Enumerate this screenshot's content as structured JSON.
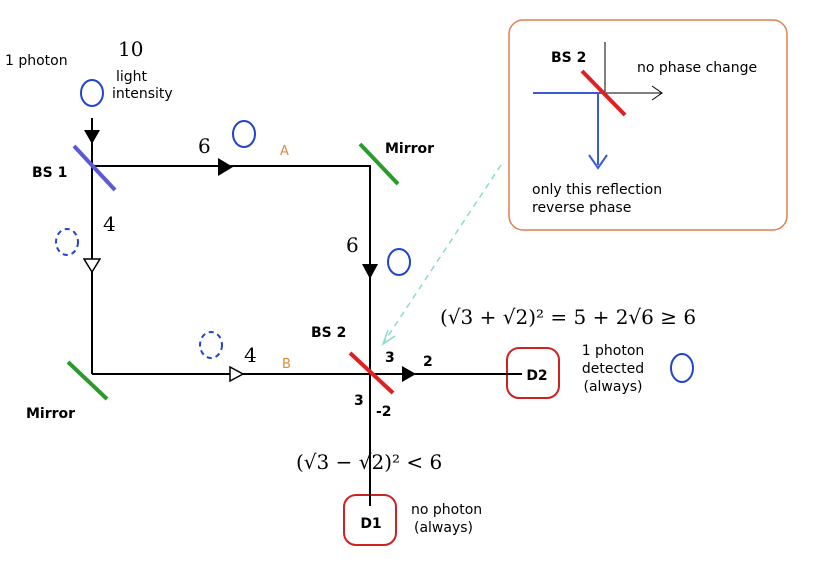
{
  "source": {
    "photon_label": "1 photon",
    "count": "10",
    "intensity_label_1": "light",
    "intensity_label_2": "intensity"
  },
  "beam_splitters": {
    "bs1": "BS 1",
    "bs2": "BS 2"
  },
  "mirrors": {
    "top_right": "Mirror",
    "bottom_left": "Mirror"
  },
  "paths": {
    "a_label": "A",
    "b_label": "B",
    "top_amplitude": "6",
    "right_amplitude": "6",
    "left_amplitude": "4",
    "bottom_amplitude": "4"
  },
  "bs2_outputs": {
    "right_in": "3",
    "right_out": "2",
    "down_in": "3",
    "down_out": "-2"
  },
  "detectors": {
    "d1": "D1",
    "d2": "D2",
    "d2_note_1": "1 photon",
    "d2_note_2": "detected",
    "d2_note_3": "(always)",
    "d1_note_1": "no photon",
    "d1_note_2": "(always)"
  },
  "equations": {
    "constructive": "(√3 + √2)² = 5 + 2√6 ≥ 6",
    "destructive": "(√3 − √2)² < 6"
  },
  "inset": {
    "title": "BS 2",
    "no_phase": "no phase change",
    "reflection_1": "only this reflection",
    "reflection_2": "reverse phase"
  },
  "colors": {
    "beam_splitter_blue": "#5a5ad6",
    "beam_splitter_red": "#e02020",
    "mirror_green": "#2a9a2a",
    "photon_blue": "#2244cc",
    "label_orange": "#d98c3a",
    "detector_red": "#cc2222",
    "inset_border": "#e08050",
    "dashed_pointer": "#88ddcc"
  }
}
